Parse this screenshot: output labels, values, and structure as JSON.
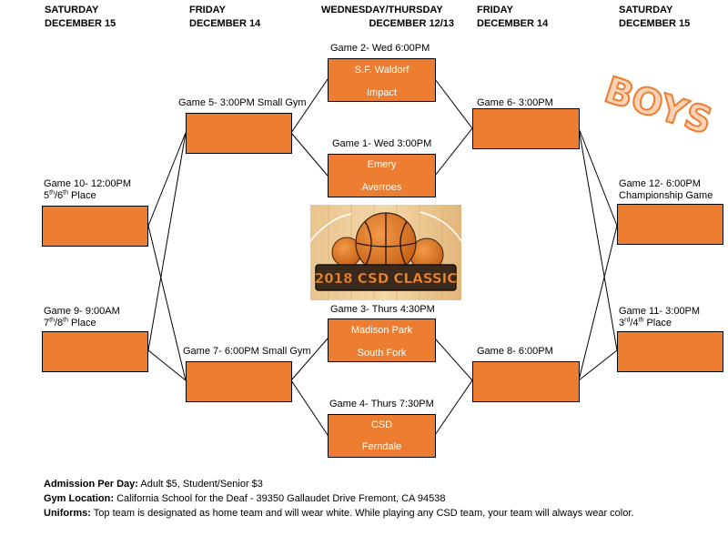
{
  "headers": [
    {
      "day": "SATURDAY",
      "date": "DECEMBER 15"
    },
    {
      "day": "FRIDAY",
      "date": "DECEMBER 14"
    },
    {
      "day": "WEDNESDAY/THURSDAY",
      "date": "DECEMBER 12/13"
    },
    {
      "day": "FRIDAY",
      "date": "DECEMBER 14"
    },
    {
      "day": "SATURDAY",
      "date": "DECEMBER 15"
    }
  ],
  "games": {
    "g1": {
      "label": "Game 1- Wed 3:00PM",
      "team_top": "Emery",
      "team_bottom": "Averroes"
    },
    "g2": {
      "label": "Game 2- Wed 6:00PM",
      "team_top": "S.F. Waldorf",
      "team_bottom": "Impact"
    },
    "g3": {
      "label": "Game 3- Thurs 4:30PM",
      "team_top": "Madison Park",
      "team_bottom": "South Fork"
    },
    "g4": {
      "label": "Game 4- Thurs 7:30PM",
      "team_top": "CSD",
      "team_bottom": "Ferndale"
    },
    "g5": {
      "label": "Game 5- 3:00PM Small Gym"
    },
    "g6": {
      "label": "Game 6- 3:00PM"
    },
    "g7": {
      "label": "Game 7- 6:00PM Small Gym"
    },
    "g8": {
      "label": "Game 8- 6:00PM"
    },
    "g9": {
      "label": "Game 9- 9:00AM",
      "place_num": "7",
      "place_sup": "th",
      "place_mid": "/8",
      "place_sup2": "th",
      "place_end": " Place"
    },
    "g10": {
      "label": "Game 10- 12:00PM",
      "place_num": "5",
      "place_sup": "th",
      "place_mid": "/6",
      "place_sup2": "th",
      "place_end": " Place"
    },
    "g11": {
      "label": "Game 11- 3:00PM",
      "place_num": "3",
      "place_sup": "rd",
      "place_mid": "/4",
      "place_sup2": "th",
      "place_end": " Place"
    },
    "g12": {
      "label": "Game 12- 6:00PM",
      "subtitle": "Championship Game"
    }
  },
  "logo": {
    "text": "2018 CSD CLASSIC"
  },
  "boys_art": {
    "text": "BOYS"
  },
  "footer": {
    "admission_label": "Admission Per Day:",
    "admission_value": " Adult $5, Student/Senior $3",
    "location_label": "Gym Location:",
    "location_value": " California School for the Deaf - 39350 Gallaudet Drive Fremont, CA 94538",
    "uniforms_label": "Uniforms:",
    "uniforms_value": " Top team is designated as home team and will wear white.  While playing any CSD team, your team will always wear color."
  },
  "colors": {
    "box_fill": "#ED7D31",
    "text_white": "#FFFFFF"
  }
}
